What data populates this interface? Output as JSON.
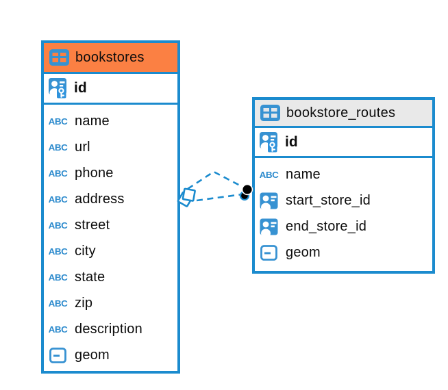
{
  "diagram": {
    "kind": "entity-relationship-diagram",
    "background": "#ffffff"
  },
  "colors": {
    "accent_blue": "#1b8bce",
    "icon_blue": "#3792d2",
    "key_chip_blue": "#2f93dc",
    "header_orange": "#fb8043",
    "header_gray": "#e9e9e9",
    "text": "#0c0c0c",
    "marker_black": "#000000"
  },
  "icons": {
    "abc_label": "ABC"
  },
  "tables": [
    {
      "name": "bookstores",
      "header_style": "orange",
      "primary_key": {
        "name": "id",
        "icon": "person-key-icon"
      },
      "columns": [
        {
          "name": "name",
          "icon": "text-abc-icon"
        },
        {
          "name": "url",
          "icon": "text-abc-icon"
        },
        {
          "name": "phone",
          "icon": "text-abc-icon"
        },
        {
          "name": "address",
          "icon": "text-abc-icon"
        },
        {
          "name": "street",
          "icon": "text-abc-icon"
        },
        {
          "name": "city",
          "icon": "text-abc-icon"
        },
        {
          "name": "state",
          "icon": "text-abc-icon"
        },
        {
          "name": "zip",
          "icon": "text-abc-icon"
        },
        {
          "name": "description",
          "icon": "text-abc-icon"
        },
        {
          "name": "geom",
          "icon": "object-icon"
        }
      ]
    },
    {
      "name": "bookstore_routes",
      "header_style": "gray",
      "primary_key": {
        "name": "id",
        "icon": "person-key-icon"
      },
      "columns": [
        {
          "name": "name",
          "icon": "text-abc-icon"
        },
        {
          "name": "start_store_id",
          "icon": "person-ref-icon"
        },
        {
          "name": "end_store_id",
          "icon": "person-ref-icon"
        },
        {
          "name": "geom",
          "icon": "object-icon"
        }
      ]
    }
  ],
  "relationships": [
    {
      "from": "bookstore_routes",
      "to": "bookstores",
      "line_style": "dashed",
      "shape": "arc-over"
    },
    {
      "from": "bookstore_routes",
      "to": "bookstores",
      "line_style": "dashed",
      "shape": "straight"
    }
  ]
}
